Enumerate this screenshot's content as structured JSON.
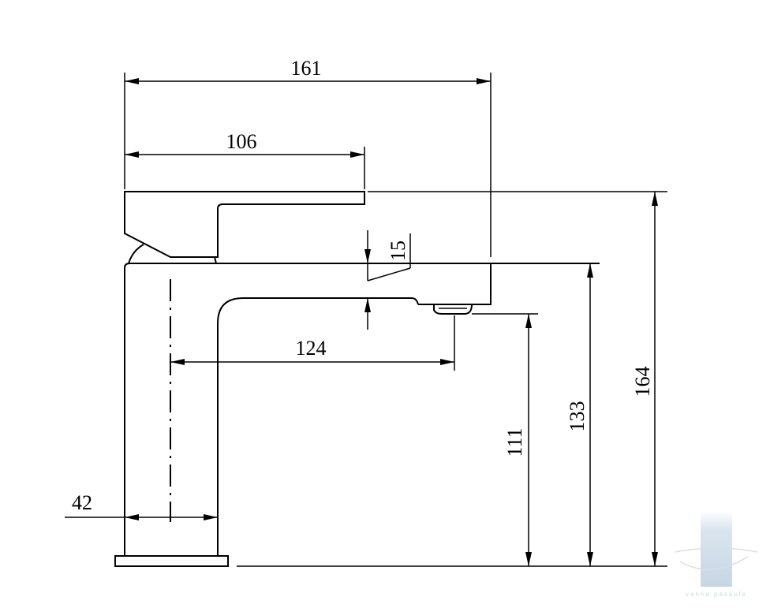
{
  "dimensions": {
    "overall_length": "161",
    "handle_length": "106",
    "outlet_offset": "15",
    "spout_reach": "124",
    "base_offset": "42",
    "outlet_height": "111",
    "body_height": "133",
    "total_height": "164"
  },
  "watermark": {
    "text": "vannu pasaule",
    "color": "#c8d4e0"
  },
  "colors": {
    "line": "#000000",
    "background": "#ffffff"
  }
}
